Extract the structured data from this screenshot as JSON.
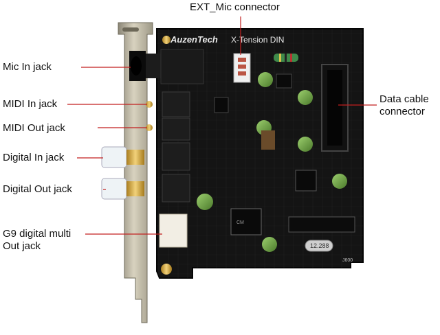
{
  "board": {
    "brand_text": "AuzenTech",
    "model_text": "X-Tension DIN",
    "crystal_text": "12.288",
    "jumper_text": "J600",
    "chip_text": "CM"
  },
  "labels": {
    "ext_mic": "EXT_Mic connector",
    "mic_in": "Mic In jack",
    "midi_in": "MIDI In jack",
    "midi_out": "MIDI Out jack",
    "digital_in": "Digital In jack",
    "digital_out": "Digital Out jack",
    "g9_out": "G9 digital multi\nOut jack",
    "data_cable": "Data cable\nconnector"
  },
  "colors": {
    "pointer": "#c21f1f",
    "pcb": "#141414",
    "gold": "#c9a23c",
    "bracket": "#b8b2a0"
  }
}
